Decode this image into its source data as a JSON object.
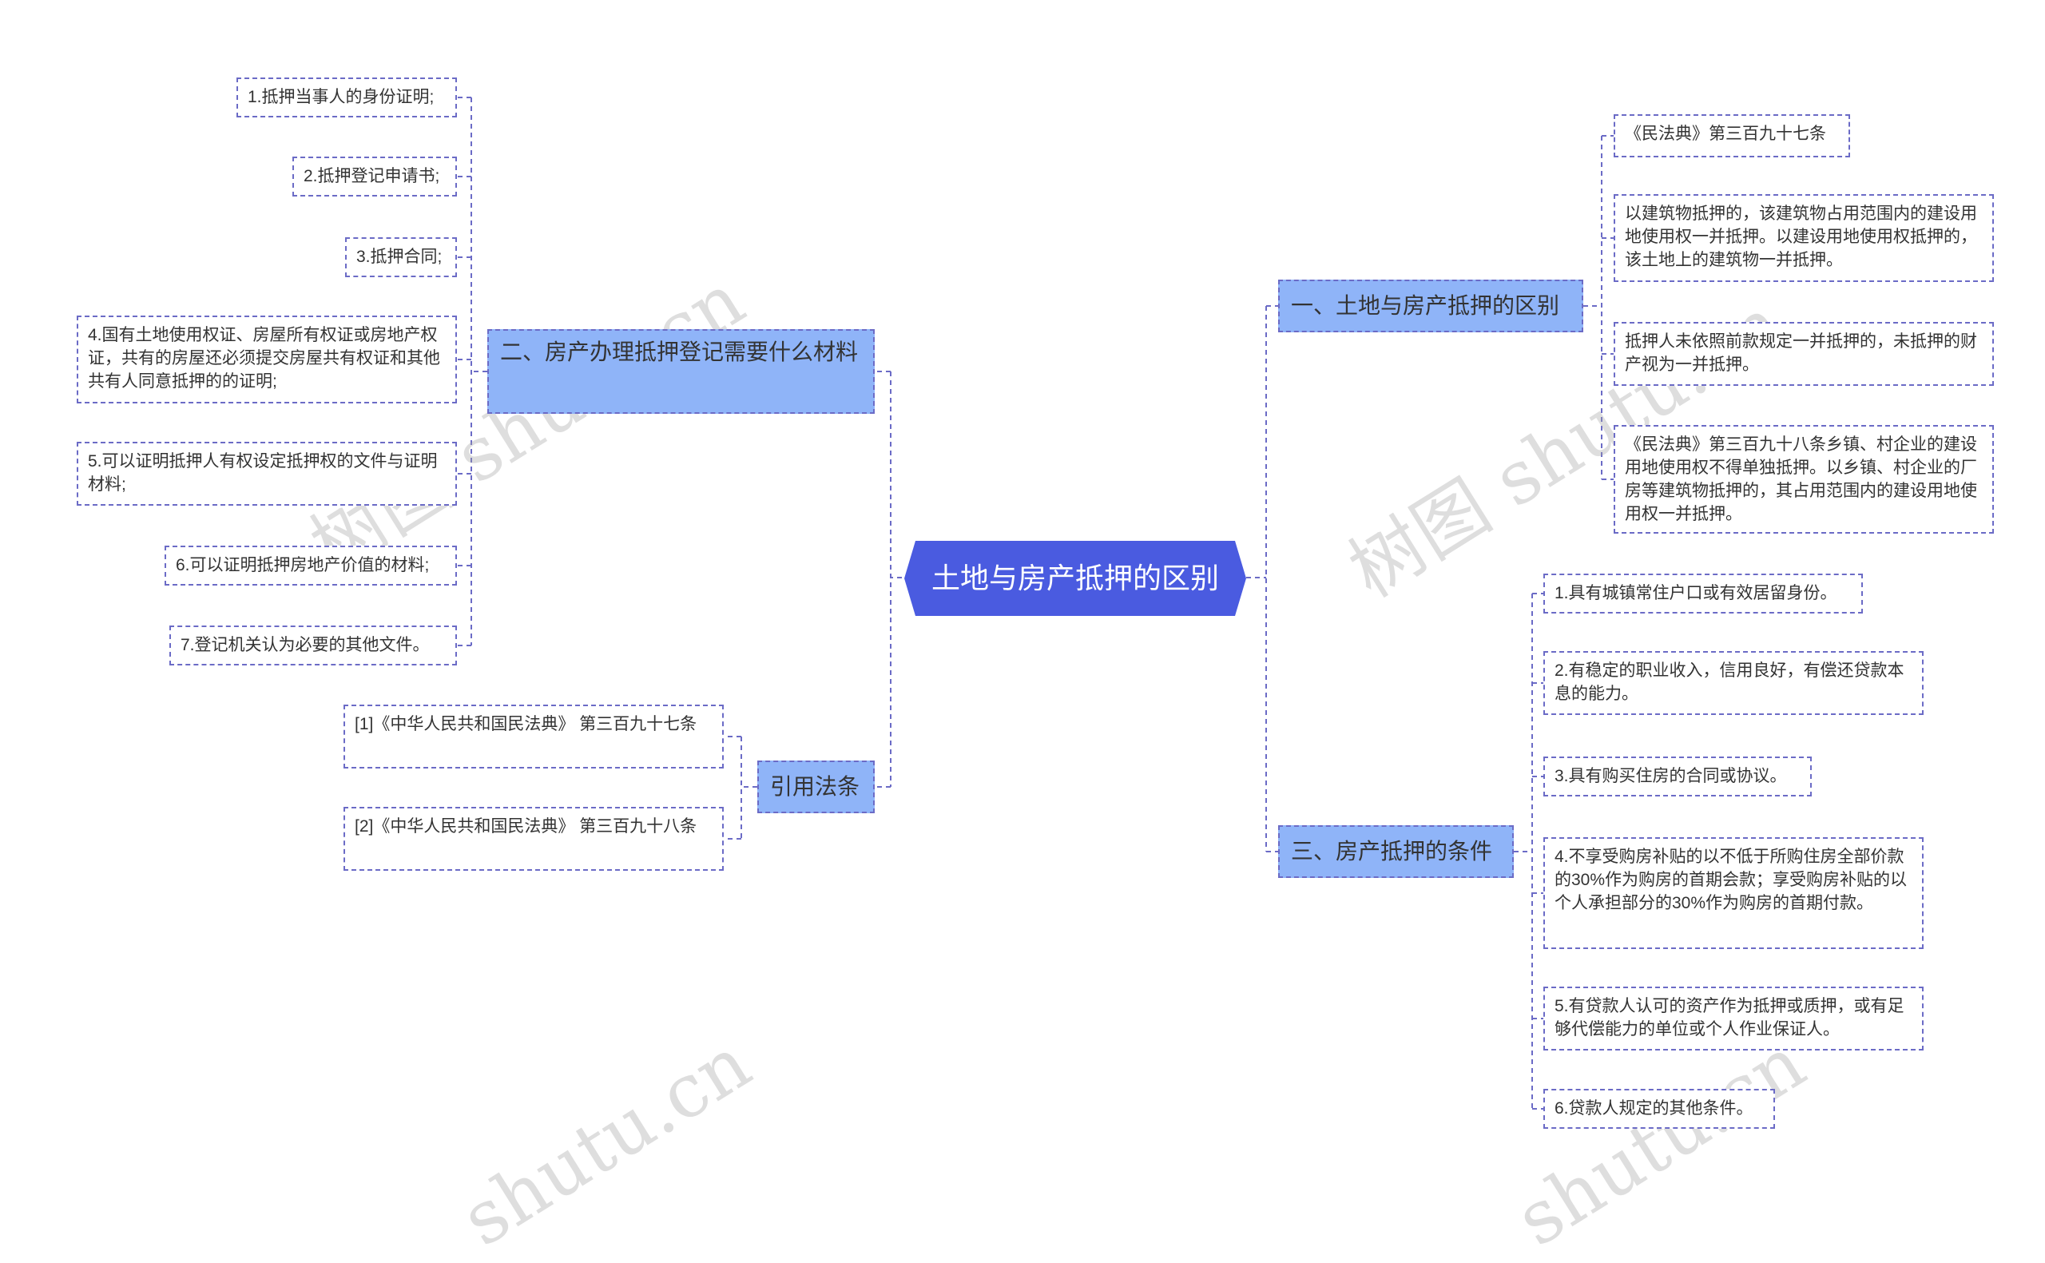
{
  "root": {
    "title": "土地与房产抵押的区别"
  },
  "branches": {
    "b1": {
      "title": "一、土地与房产抵押的区别",
      "items": [
        "《民法典》第三百九十七条",
        "以建筑物抵押的，该建筑物占用范围内的建设用地使用权一并抵押。以建设用地使用权抵押的，该土地上的建筑物一并抵押。",
        "抵押人未依照前款规定一并抵押的，未抵押的财产视为一并抵押。",
        "《民法典》第三百九十八条乡镇、村企业的建设用地使用权不得单独抵押。以乡镇、村企业的厂房等建筑物抵押的，其占用范围内的建设用地使用权一并抵押。"
      ]
    },
    "b2": {
      "title": "二、房产办理抵押登记需要什么材料",
      "items": [
        "1.抵押当事人的身份证明;",
        "2.抵押登记申请书;",
        "3.抵押合同;",
        "4.国有土地使用权证、房屋所有权证或房地产权证，共有的房屋还必须提交房屋共有权证和其他共有人同意抵押的的证明;",
        "5.可以证明抵押人有权设定抵押权的文件与证明材料;",
        "6.可以证明抵押房地产价值的材料;",
        "7.登记机关认为必要的其他文件。"
      ]
    },
    "b3": {
      "title": "三、房产抵押的条件",
      "items": [
        "1.具有城镇常住户口或有效居留身份。",
        "2.有稳定的职业收入，信用良好，有偿还贷款本息的能力。",
        "3.具有购买住房的合同或协议。",
        "4.不享受购房补贴的以不低于所购住房全部价款的30%作为购房的首期会款；享受购房补贴的以个人承担部分的30%作为购房的首期付款。",
        "5.有贷款人认可的资产作为抵押或质押，或有足够代偿能力的单位或个人作业保证人。",
        "6.贷款人规定的其他条件。"
      ]
    },
    "b4": {
      "title": "引用法条",
      "items": [
        "[1]《中华人民共和国民法典》 第三百九十七条",
        "[2]《中华人民共和国民法典》 第三百九十八条"
      ]
    }
  },
  "watermarks": [
    "树图 shutu.cn",
    "树图 shutu.cn",
    "shutu.cn",
    "shutu.cn"
  ],
  "colors": {
    "root_fill": "#4a5be0",
    "branch_fill": "#8fb4f8",
    "connector": "#6b6bc6",
    "text": "#333333"
  }
}
